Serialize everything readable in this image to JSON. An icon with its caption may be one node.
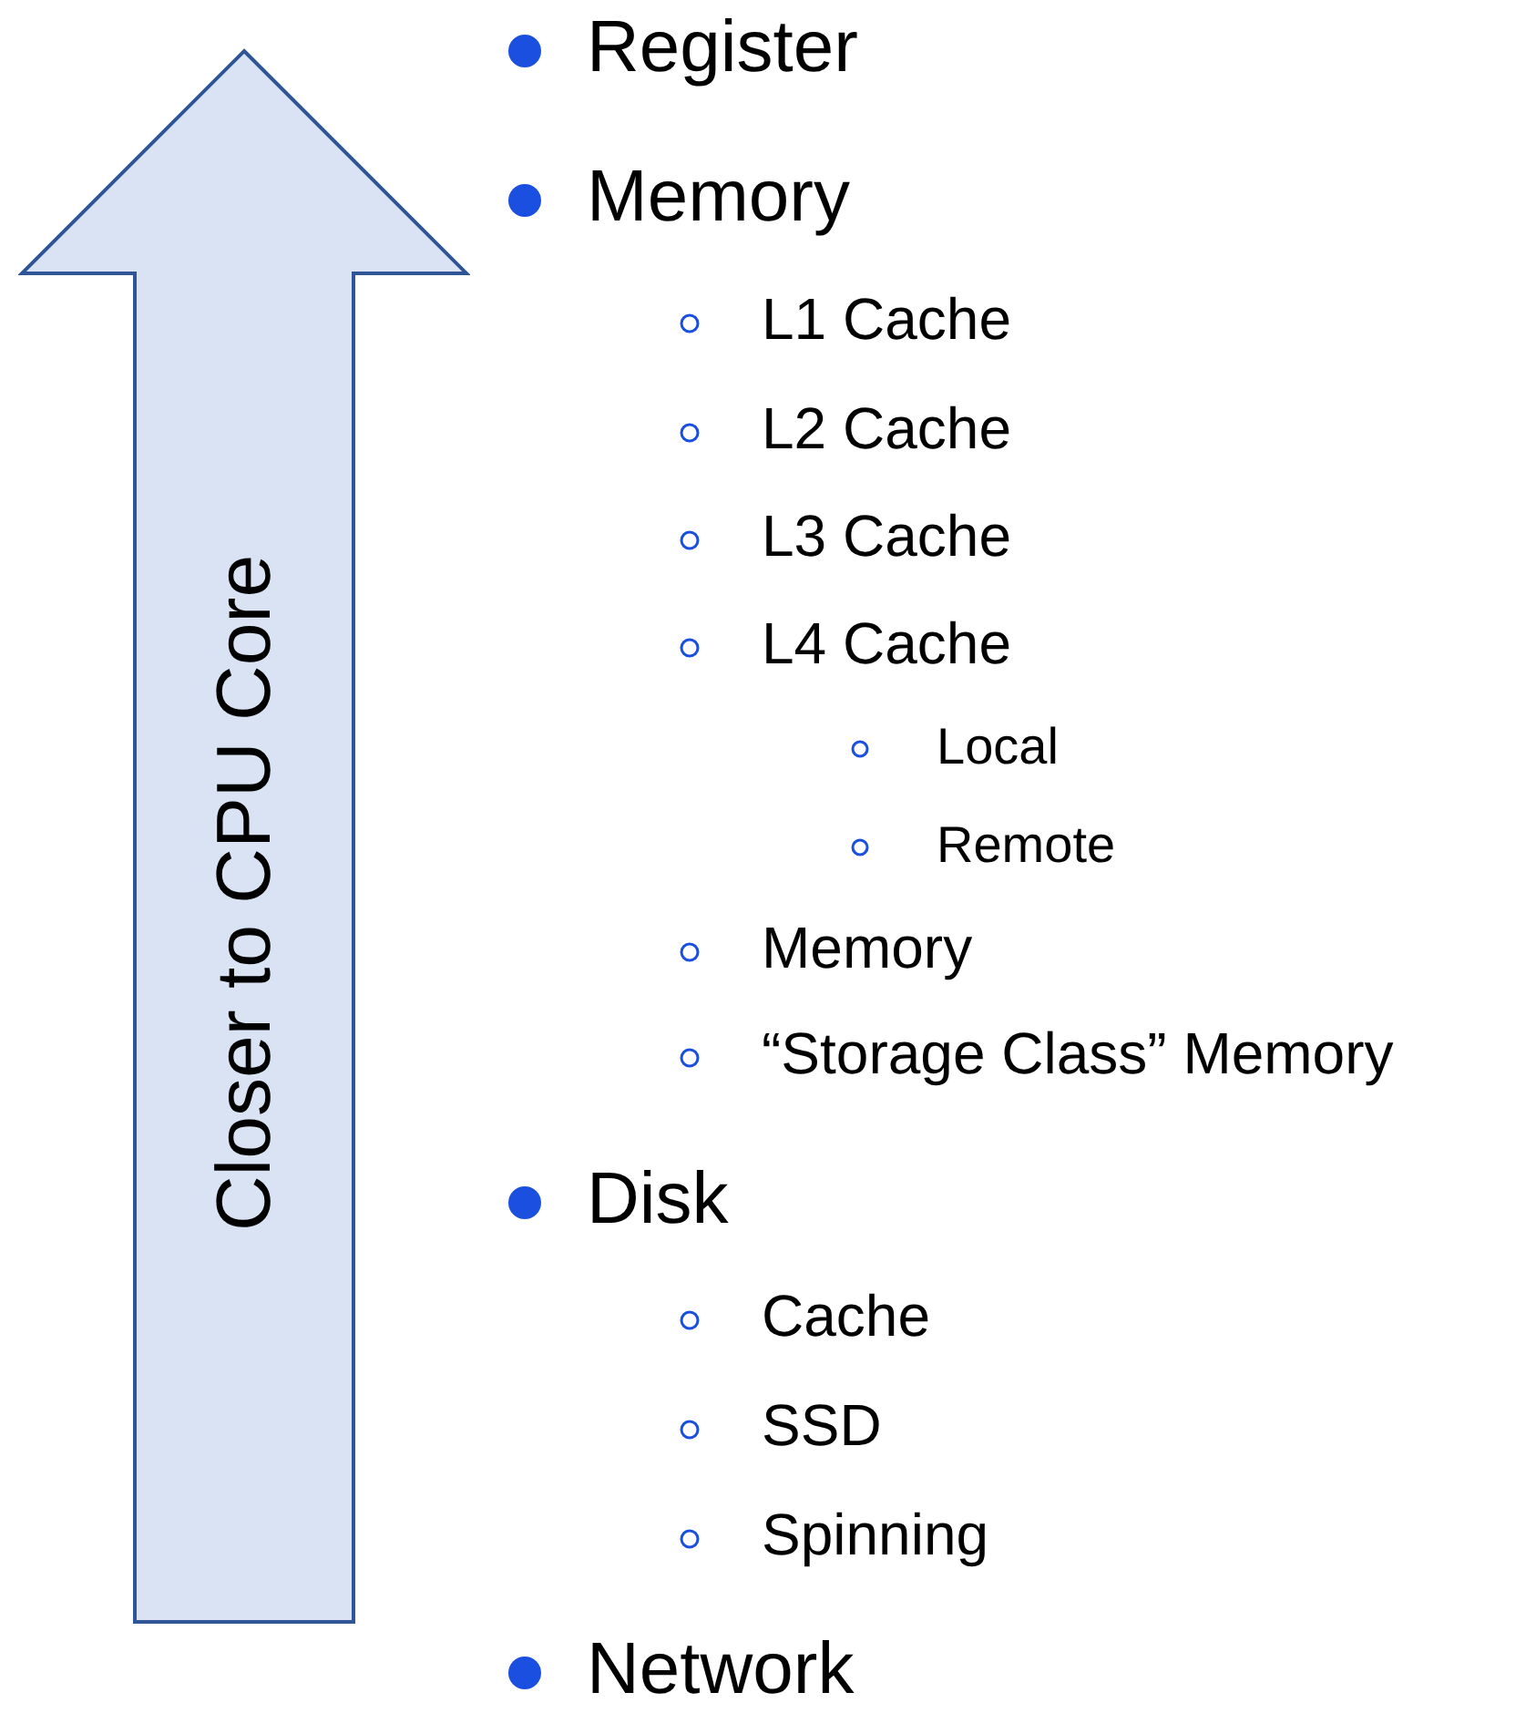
{
  "diagram": {
    "nodes": [
      {
        "text": [
          "Closer to CPU Core"
        ]
      }
    ],
    "labels": [
      "Register",
      "Memory",
      "L1 Cache",
      "L2 Cache",
      "L3 Cache",
      "L4 Cache",
      "Local",
      "Remote",
      "Memory",
      "“Storage Class” Memory",
      "Disk",
      "Cache",
      "SSD",
      "Spinning",
      "Network"
    ]
  }
}
